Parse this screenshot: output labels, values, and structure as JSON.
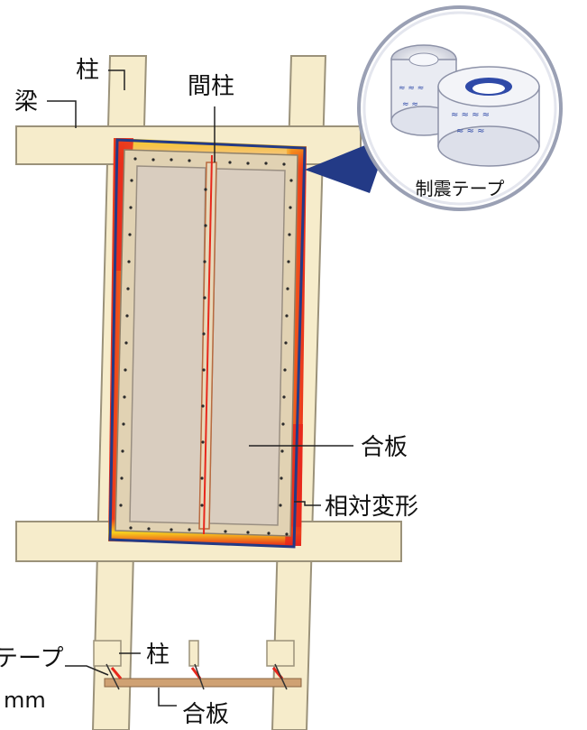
{
  "labels": {
    "column_top": "柱",
    "beam": "梁",
    "stud": "間柱",
    "plywood": "合板",
    "relative_deformation": "相対変形",
    "tape_callout": "制震テープ",
    "section_tape": "テープ",
    "section_unit": "mm",
    "section_column": "柱",
    "section_plywood": "合板"
  },
  "colors": {
    "timber": "#f6eccb",
    "timber_edge": "#9b927a",
    "plywood": "#d9cdbf",
    "plywood_edge": "#9a8f82",
    "frame_outline": "#233a86",
    "stress_red": "#e8271c",
    "stress_yellow": "#f7d21e",
    "nail": "#2b2b2b",
    "callout_ring": "#1f2f78"
  }
}
